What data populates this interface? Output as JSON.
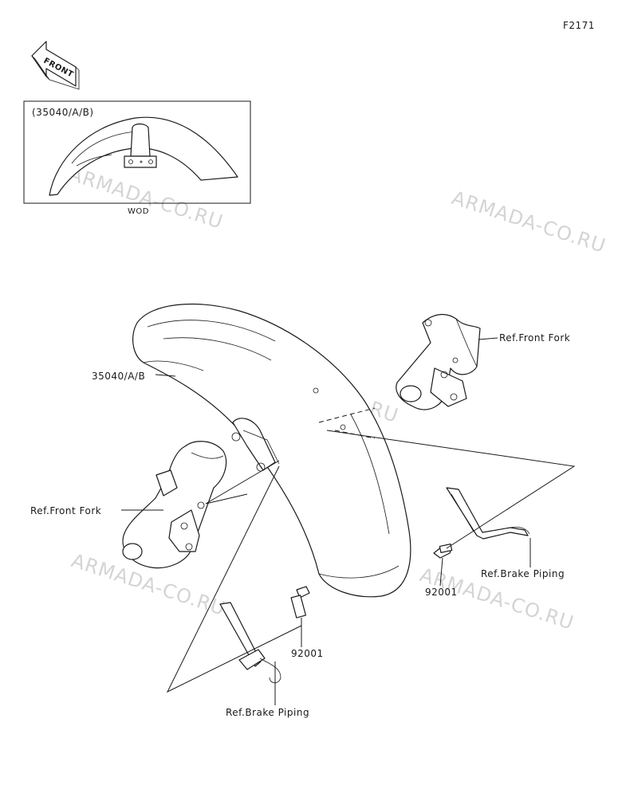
{
  "diagram_code": "F2171",
  "front_badge": "FRONT",
  "inset": {
    "part_label": "(35040/A/B)",
    "caption": "WOD"
  },
  "callouts": {
    "fender": "35040/A/B",
    "front_fork_right": "Ref.Front Fork",
    "front_fork_left": "Ref.Front Fork",
    "brake_piping_right": "Ref.Brake Piping",
    "brake_piping_left": "Ref.Brake Piping",
    "bolt_right": "92001",
    "bolt_left": "92001"
  },
  "watermark": "ARMADA-CO.RU"
}
